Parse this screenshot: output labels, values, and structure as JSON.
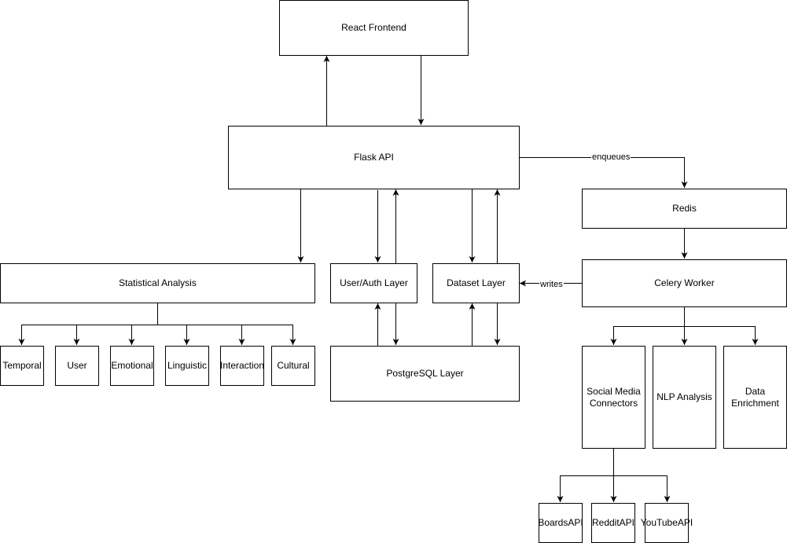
{
  "nodes": {
    "react_frontend": "React Frontend",
    "flask_api": "Flask API",
    "redis": "Redis",
    "celery_worker": "Celery Worker",
    "statistical_analysis": "Statistical Analysis",
    "user_auth_layer": "User/Auth Layer",
    "dataset_layer": "Dataset Layer",
    "postgresql_layer": "PostgreSQL Layer",
    "temporal": "Temporal",
    "user": "User",
    "emotional": "Emotional",
    "linguistic": "Linguistic",
    "interaction": "Interaction",
    "cultural": "Cultural",
    "social_media_connectors": "Social Media Connectors",
    "nlp_analysis": "NLP Analysis",
    "data_enrichment": "Data Enrichment",
    "boards_api": "BoardsAPI",
    "reddit_api": "RedditAPI",
    "youtube_api": "YouTubeAPI"
  },
  "edge_labels": {
    "enqueues": "enqueues",
    "writes": "writes"
  },
  "colors": {
    "stroke": "#000000",
    "fill": "#ffffff"
  }
}
